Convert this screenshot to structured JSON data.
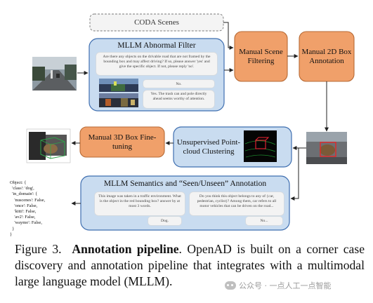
{
  "figure": {
    "boxes": {
      "coda_scenes": "CODA Scenes",
      "mllm_abnormal_filter": "MLLM Abnormal Filter",
      "manual_scene_filtering": "Manual Scene Filtering",
      "manual_2d_box": "Manual 2D Box Annotation",
      "manual_3d_box": "Manual 3D Box Fine-tuning",
      "unsupervised_clustering": "Unsupervised Point-cloud Clustering",
      "mllm_semantics": "MLLM Semantics and “Seen/Unseen” Annotation"
    },
    "filter_chat": {
      "question": "Are there any objects on the drivable road that are not framed by the bounding box and may affect driving? If so, please answer 'yes' and give the specific object. If not, please reply 'no'.",
      "answer_no": "No.",
      "answer_yes": "Yes. The trash can and pole directly ahead seems worthy of attention."
    },
    "semantics_chat": {
      "q1": "This image was taken in a traffic environment. What is the object in the red bounding box? answer by at most 3 words.",
      "a1": "Dog.",
      "q2": "Do you think this object belongs to any of {car, pedestrian, cyclist}? Among them, car refers to all motor vehicles that can be driven on the road...",
      "a2": "No..."
    },
    "json_output": "Object: {\n  'class': 'dog',\n  'in_domain': {\n    'nuscenes': False,\n    'once': False,\n    'kitti': False,\n    'av2': False,\n    'waymo': False,\n  }\n}"
  },
  "caption": {
    "prefix": "Figure 3.",
    "bold": "Annotation pipeline",
    "text": ". OpenAD is built on a corner case discovery and annotation pipeline that integrates with a multimodal large language model (MLLM)."
  },
  "watermark": "公众号 · 一点人工一点智能",
  "colors": {
    "blue_fill": "#c9dcf0",
    "blue_stroke": "#3f6fb0",
    "orange_fill": "#f0a06a",
    "orange_stroke": "#b76a35",
    "arrow": "#222222"
  }
}
